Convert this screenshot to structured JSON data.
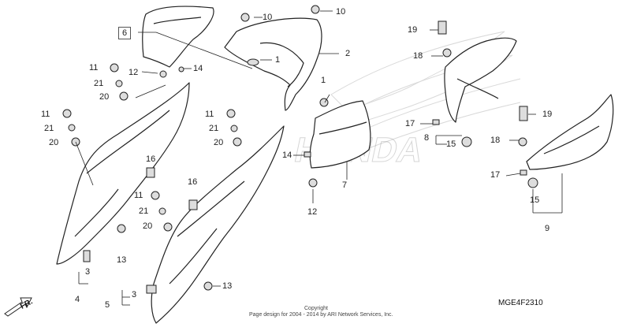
{
  "callouts": [
    {
      "id": "c6a",
      "text": "6",
      "boxed": true
    },
    {
      "id": "c10a",
      "text": "10"
    },
    {
      "id": "c10b",
      "text": "10"
    },
    {
      "id": "c1a",
      "text": "1"
    },
    {
      "id": "c2",
      "text": "2"
    },
    {
      "id": "c11a",
      "text": "11"
    },
    {
      "id": "c21a",
      "text": "21"
    },
    {
      "id": "c12a",
      "text": "12"
    },
    {
      "id": "c14a",
      "text": "14"
    },
    {
      "id": "c20a",
      "text": "20"
    },
    {
      "id": "c11b",
      "text": "11"
    },
    {
      "id": "c21b",
      "text": "21"
    },
    {
      "id": "c20b",
      "text": "20"
    },
    {
      "id": "c11c",
      "text": "11"
    },
    {
      "id": "c21c",
      "text": "21"
    },
    {
      "id": "c20c",
      "text": "20"
    },
    {
      "id": "c16a",
      "text": "16"
    },
    {
      "id": "c16b",
      "text": "16"
    },
    {
      "id": "c11d",
      "text": "11"
    },
    {
      "id": "c21d",
      "text": "21"
    },
    {
      "id": "c20d",
      "text": "20"
    },
    {
      "id": "c13a",
      "text": "13"
    },
    {
      "id": "c3a",
      "text": "3"
    },
    {
      "id": "c4",
      "text": "4"
    },
    {
      "id": "c3b",
      "text": "3"
    },
    {
      "id": "c5",
      "text": "5"
    },
    {
      "id": "c13b",
      "text": "13"
    },
    {
      "id": "c14b",
      "text": "14"
    },
    {
      "id": "c1b",
      "text": "1"
    },
    {
      "id": "c7",
      "text": "7"
    },
    {
      "id": "c12b",
      "text": "12"
    },
    {
      "id": "c19a",
      "text": "19"
    },
    {
      "id": "c18a",
      "text": "18"
    },
    {
      "id": "c17a",
      "text": "17"
    },
    {
      "id": "c8",
      "text": "8"
    },
    {
      "id": "c15a",
      "text": "15"
    },
    {
      "id": "c19b",
      "text": "19"
    },
    {
      "id": "c18b",
      "text": "18"
    },
    {
      "id": "c17b",
      "text": "17"
    },
    {
      "id": "c15b",
      "text": "15"
    },
    {
      "id": "c9",
      "text": "9"
    }
  ],
  "watermark_brand": "HONDA",
  "direction_marker": "FR.",
  "diagram_code": "MGE4F2310",
  "footer": {
    "line1": "Copyright",
    "line2": "Page design for 2004 - 2014 by ARI Network Services, Inc."
  }
}
